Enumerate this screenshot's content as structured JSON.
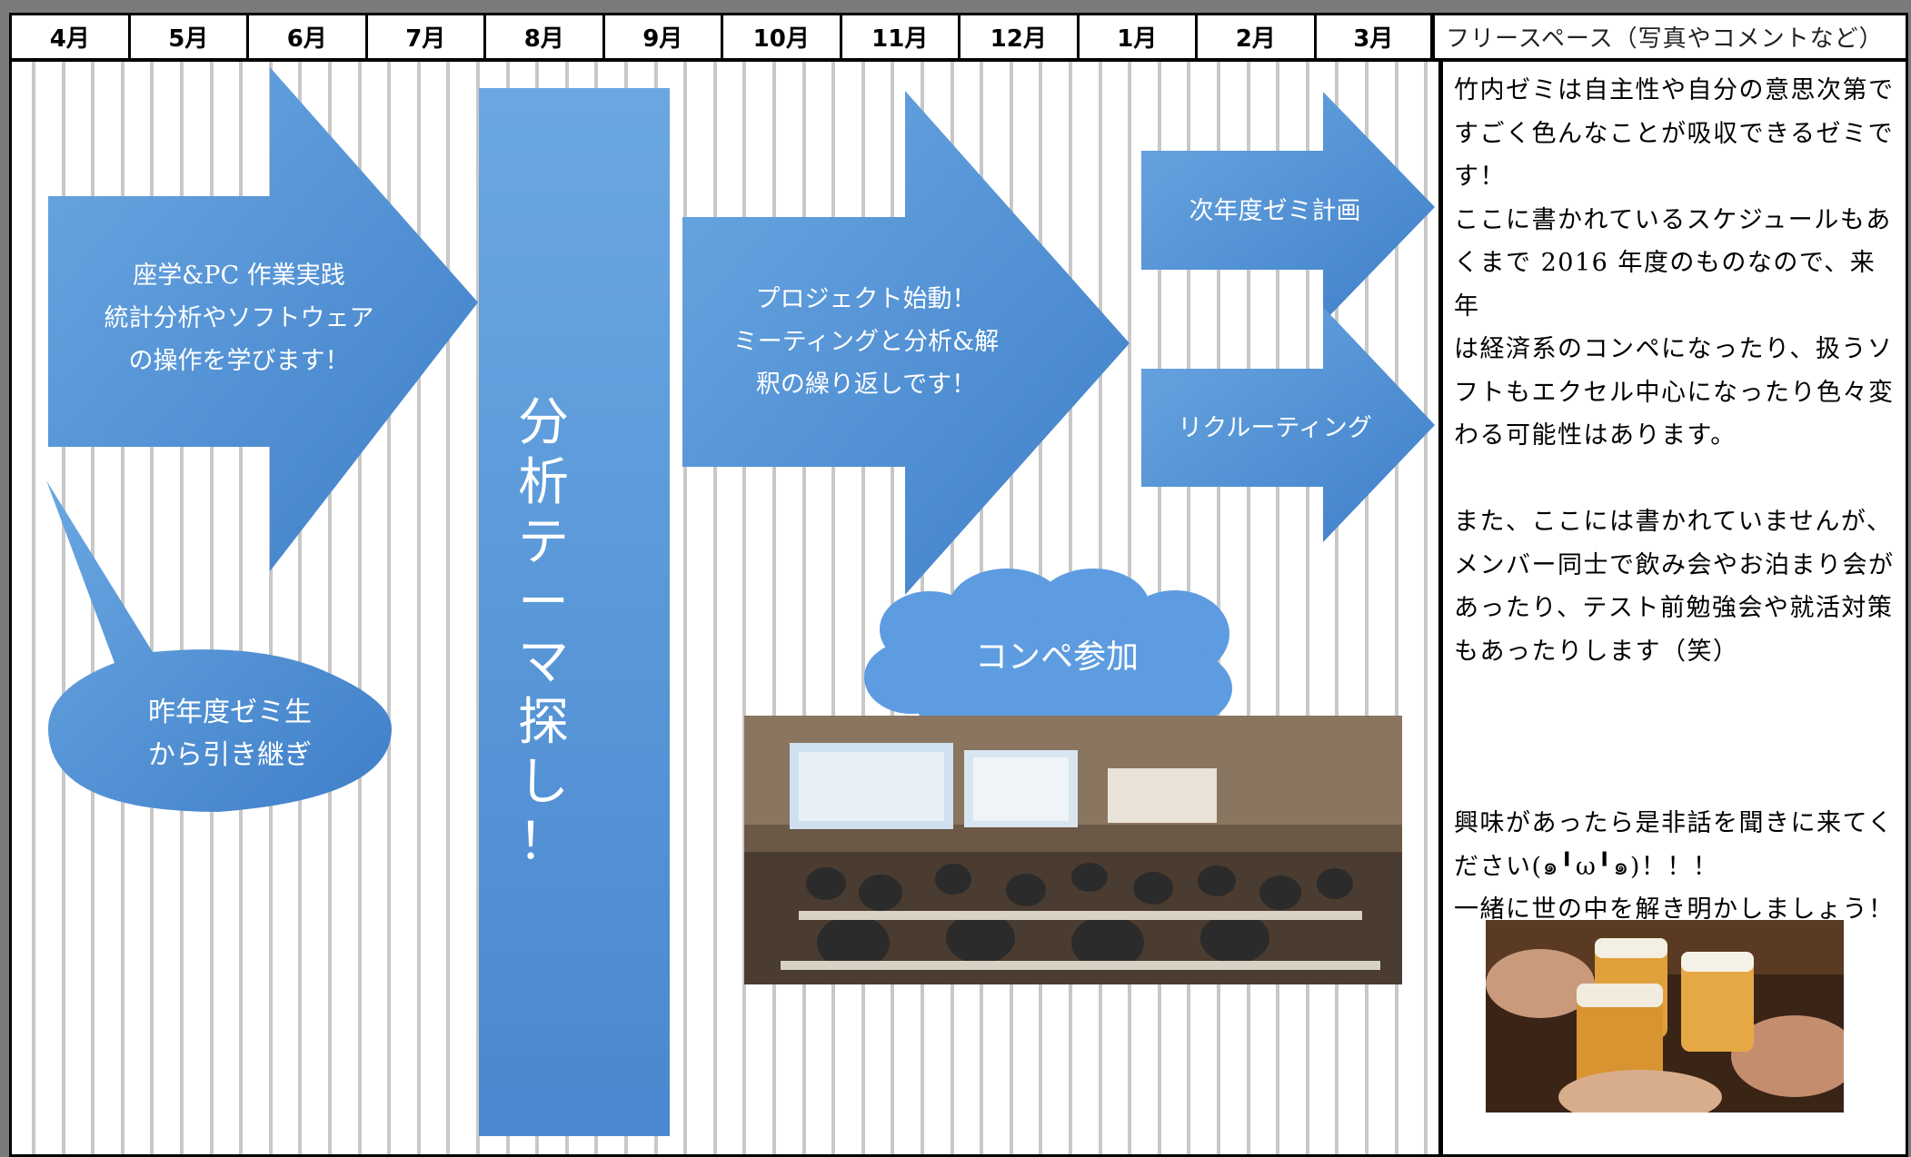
{
  "months": [
    "4月",
    "5月",
    "6月",
    "7月",
    "8月",
    "9月",
    "10月",
    "11月",
    "12月",
    "1月",
    "2月",
    "3月"
  ],
  "free_space": {
    "header": "フリースペース（写真やコメントなど）",
    "paragraphs": [
      [
        "竹内ゼミは自主性や自分の意思次第で",
        "すごく色んなことが吸収できるゼミで",
        "す！",
        "ここに書かれているスケジュールもあ",
        "くまで 2016 年度のものなので、来年",
        "は経済系のコンペになったり、扱うソ",
        "フトもエクセル中心になったり色々変",
        "わる可能性はあります。"
      ],
      [
        "また、ここには書かれていませんが、",
        "メンバー同士で飲み会やお泊まり会が",
        "あったり、テスト前勉強会や就活対策",
        "もあったりします（笑）"
      ],
      [
        "興味があったら是非話を聞きに来てく",
        "ださい(๑╹ω╹๑)！！！",
        "一緒に世の中を解き明かしましょう！"
      ]
    ]
  },
  "arrows": {
    "study": [
      "座学&PC 作業実践",
      "統計分析やソフトウェア",
      "の操作を学びます！"
    ],
    "theme": [
      "分",
      "析",
      "テ",
      "ー",
      "マ",
      "探",
      "し",
      "！"
    ],
    "project": [
      "プロジェクト始動！",
      "ミーティングと分析&解",
      "釈の繰り返しです！"
    ],
    "next_plan": "次年度ゼミ計画",
    "recruiting": "リクルーティング"
  },
  "callouts": {
    "handover": [
      "昨年度ゼミ生",
      "から引き継ぎ"
    ],
    "contest": "コンペ参加"
  },
  "colors": {
    "shape_fill": "#4f8fd6",
    "shape_fill_light": "#6aa7e2",
    "stripe": "#c8c8c8"
  }
}
